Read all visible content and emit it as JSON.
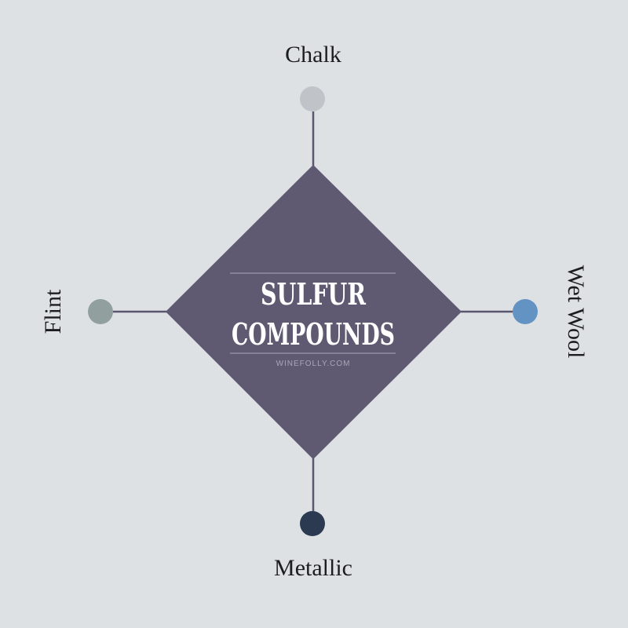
{
  "title_line1": "SULFUR",
  "title_line2": "COMPOUNDS",
  "watermark": "WINEFOLLY.COM",
  "nodes": {
    "top": {
      "label": "Chalk",
      "color": "#c0c4c8"
    },
    "right": {
      "label": "Wet Wool",
      "color": "#6393c3"
    },
    "bottom": {
      "label": "Metallic",
      "color": "#2b3a50"
    },
    "left": {
      "label": "Flint",
      "color": "#91a09e"
    }
  },
  "colors": {
    "background": "#dde1e4",
    "diamond": "#5f5a72",
    "connector": "#5b5670"
  }
}
